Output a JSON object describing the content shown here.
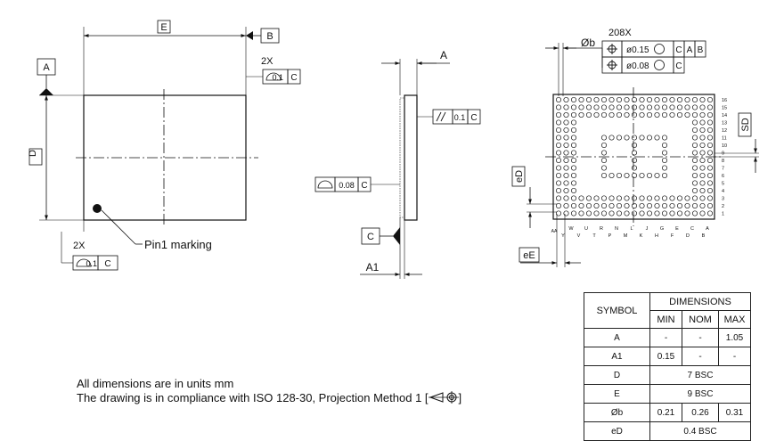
{
  "drawing": {
    "top_view": {
      "dim_e_label": "E",
      "datum_a": "A",
      "datum_b": "B",
      "dim_d_label": "D",
      "count_2x": "2X",
      "flatness_tol": "0.1",
      "flatness_ref": "C",
      "count_2x_bottom": "2X",
      "flatness_tol_bottom": "0.1",
      "flatness_ref_bottom": "C",
      "pin1_label": "Pin1 marking"
    },
    "side_view": {
      "dim_a_label": "A",
      "parallel_tol": "0.1",
      "parallel_ref": "C",
      "profile_tol": "0.08",
      "profile_ref": "C",
      "datum_c": "C",
      "dim_a1_label": "A1"
    },
    "bottom_view": {
      "ball_count": "208X",
      "ball_dia_label": "Øb",
      "pos_tol_1": "ø0.15",
      "pos_ref_1": [
        "C",
        "A",
        "B"
      ],
      "pos_tol_2": "ø0.08",
      "pos_ref_2": [
        "C"
      ],
      "dim_sd_label": "SD",
      "dim_ed_label": "eD",
      "dim_ee_label": "eE",
      "row_labels": [
        "16",
        "15",
        "14",
        "13",
        "12",
        "11",
        "10",
        "9",
        "8",
        "7",
        "6",
        "5",
        "4",
        "3",
        "2",
        "1"
      ],
      "col_labels_top": [
        "W",
        "U",
        "R",
        "N",
        "L",
        "J",
        "G",
        "E",
        "C",
        "A"
      ],
      "col_labels_bottom": [
        "Y",
        "V",
        "T",
        "P",
        "M",
        "K",
        "H",
        "F",
        "D",
        "B"
      ],
      "col_label_aa": "AA"
    }
  },
  "notes": {
    "line1": "All dimensions are in units mm",
    "line2": "The drawing is in compliance with ISO 128-30, Projection Method 1 [",
    "line2_end": "]"
  },
  "table": {
    "header_symbol": "SYMBOL",
    "header_dimensions": "DIMENSIONS",
    "header_min": "MIN",
    "header_nom": "NOM",
    "header_max": "MAX",
    "rows": [
      {
        "symbol": "A",
        "min": "-",
        "nom": "-",
        "max": "1.05"
      },
      {
        "symbol": "A1",
        "min": "0.15",
        "nom": "-",
        "max": "-"
      },
      {
        "symbol": "D",
        "span": "7 BSC"
      },
      {
        "symbol": "E",
        "span": "9 BSC"
      },
      {
        "symbol": "Øb",
        "min": "0.21",
        "nom": "0.26",
        "max": "0.31"
      },
      {
        "symbol": "eD",
        "span": "0.4 BSC"
      }
    ]
  }
}
